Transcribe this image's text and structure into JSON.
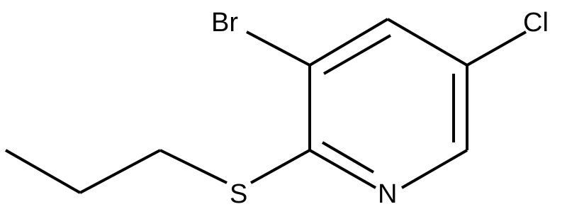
{
  "molecule": {
    "atoms": {
      "br": "Br",
      "cl": "Cl",
      "s": "S",
      "n": "N"
    }
  },
  "colors": {
    "bond": "#000000",
    "label": "#000000",
    "background": "#ffffff"
  }
}
